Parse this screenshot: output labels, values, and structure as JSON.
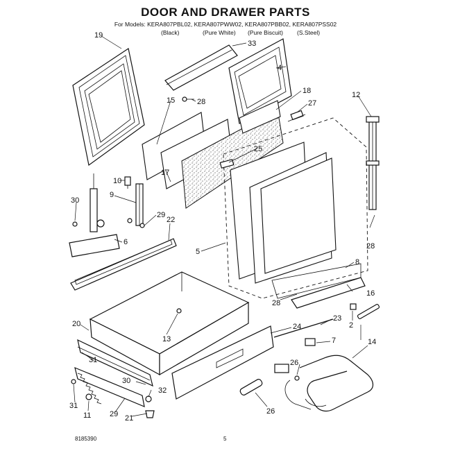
{
  "header": {
    "title": "DOOR AND DRAWER PARTS",
    "models_line": "For Models: KERA807PBL02, KERA807PWW02, KERA807PBB02, KERA807PSS02",
    "variants": [
      "(Black)",
      "(Pure White)",
      "(Pure Biscuit)",
      "(S.Steel)"
    ]
  },
  "callouts": [
    "19",
    "33",
    "4",
    "15",
    "28",
    "18",
    "27",
    "12",
    "17",
    "25",
    "10",
    "9",
    "30",
    "29",
    "22",
    "5",
    "6",
    "28",
    "8",
    "28",
    "16",
    "20",
    "13",
    "24",
    "23",
    "2",
    "7",
    "31",
    "14",
    "26",
    "30",
    "32",
    "31",
    "11",
    "29",
    "21",
    "26"
  ],
  "footer": {
    "doc_number": "8185390",
    "page": "5"
  }
}
